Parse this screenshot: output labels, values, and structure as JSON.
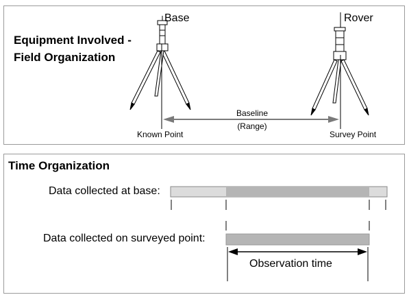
{
  "field": {
    "heading_line1": "Equipment Involved -",
    "heading_line2": "Field Organization",
    "base_label": "Base",
    "rover_label": "Rover",
    "baseline_line1": "Baseline",
    "baseline_line2": "(Range)",
    "known_point": "Known Point",
    "survey_point": "Survey Point"
  },
  "time": {
    "heading": "Time Organization",
    "base_data_label": "Data collected at base:",
    "rover_data_label": "Data collected on surveyed point:",
    "observation_label": "Observation time"
  },
  "colors": {
    "panel_border": "#9a9a9a",
    "bar_light": "#dcdcdc",
    "bar_dark": "#b5b5b5",
    "arrow_gray": "#7a7a7a"
  }
}
